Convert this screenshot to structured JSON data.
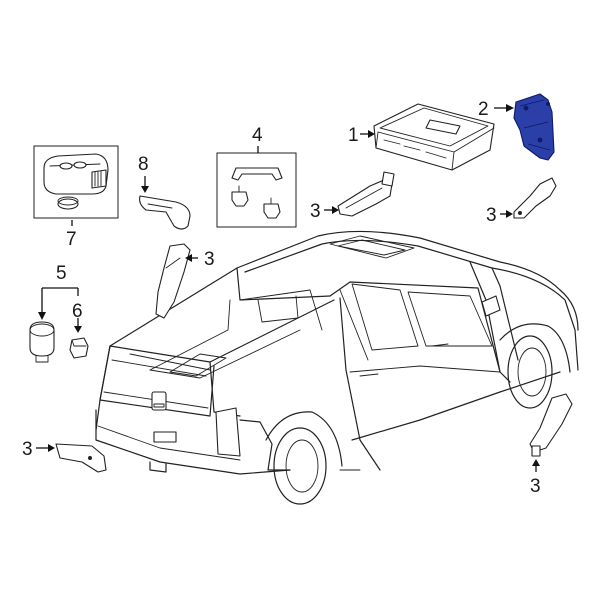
{
  "colors": {
    "highlight": "#2a3fa8",
    "line": "#222222",
    "background": "#ffffff"
  },
  "callouts": [
    {
      "id": "c1",
      "label": "1"
    },
    {
      "id": "c2",
      "label": "2"
    },
    {
      "id": "c3a",
      "label": "3"
    },
    {
      "id": "c3b",
      "label": "3"
    },
    {
      "id": "c3c",
      "label": "3"
    },
    {
      "id": "c3d",
      "label": "3"
    },
    {
      "id": "c3e",
      "label": "3"
    },
    {
      "id": "c4",
      "label": "4"
    },
    {
      "id": "c5",
      "label": "5"
    },
    {
      "id": "c6",
      "label": "6"
    },
    {
      "id": "c7",
      "label": "7"
    },
    {
      "id": "c8",
      "label": "8"
    }
  ],
  "highlighted_part": "2"
}
